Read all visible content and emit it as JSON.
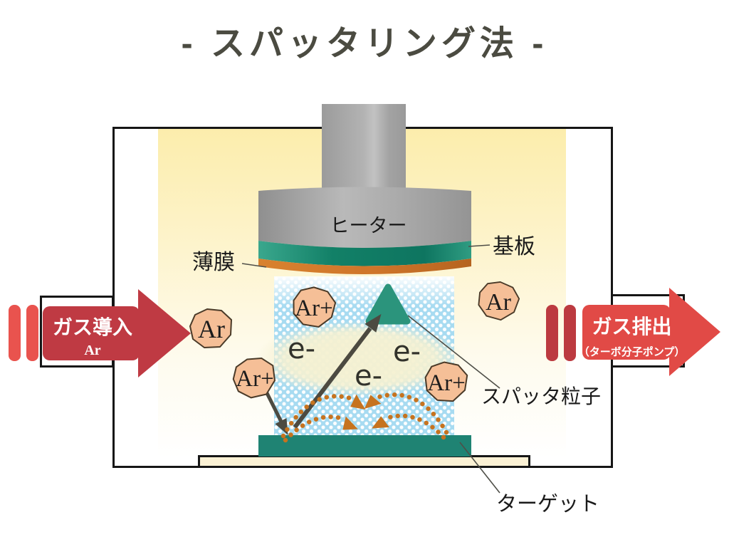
{
  "title": "- スパッタリング法 -",
  "chamber": {
    "heater_label": "ヒーター",
    "substrate_label": "基板",
    "thin_film_label": "薄膜",
    "sputter_particle_label": "スパッタ粒子",
    "target_label": "ターゲット"
  },
  "gas_inlet": {
    "label": "ガス導入",
    "gas": "Ar"
  },
  "gas_outlet": {
    "label": "ガス排出",
    "pump": "（ターボ分子ポンプ）"
  },
  "particles": {
    "argon": "Ar",
    "argon_ion": "Ar+",
    "electron": "e-"
  },
  "colors": {
    "title_text": "#4b4b41",
    "chamber_outline": "#161616",
    "chamber_glow": "#fcedac",
    "plasma_blue": "#a7dbf1",
    "plasma_core": "#f5f1d2",
    "heater_gray": "#a8a8a8",
    "substrate_teal": "#128067",
    "thin_film_orange": "#cf752a",
    "target_teal": "#1f8373",
    "pedestal_cream": "#fbf1d4",
    "inlet_arrow_red": "#bf3a43",
    "outlet_arrow_red": "#e14a46",
    "inlet_valve_red": "#e9534e",
    "outlet_valve_red": "#bc3a40",
    "argon_blob_fill": "#f5bf97",
    "ion_trajectory_orange": "#c6731f",
    "impact_arrow_gray": "#4c4a41"
  }
}
